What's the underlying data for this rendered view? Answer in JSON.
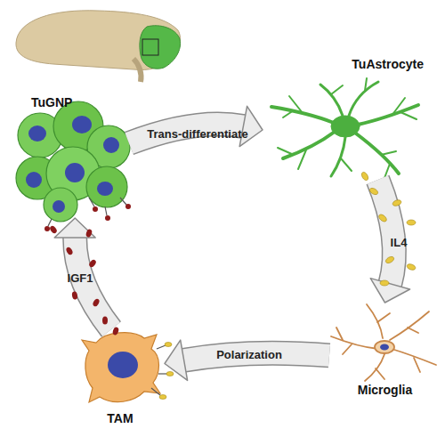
{
  "diagram": {
    "nodes": [
      {
        "text": [
          "TuGNP"
        ]
      },
      {
        "text": [
          "TuAstrocyte"
        ]
      },
      {
        "text": [
          "Microglia"
        ]
      },
      {
        "text": [
          "TAM"
        ]
      }
    ],
    "edges": [
      {
        "from": 0,
        "to": 1,
        "label": "Trans-differentiate",
        "arrow": "to"
      },
      {
        "from": 1,
        "to": 2,
        "label": "IL4",
        "arrow": "to"
      },
      {
        "from": 2,
        "to": 3,
        "label": "Polarization",
        "arrow": "to"
      },
      {
        "from": 3,
        "to": 0,
        "label": "IGF1",
        "arrow": "to"
      }
    ]
  }
}
